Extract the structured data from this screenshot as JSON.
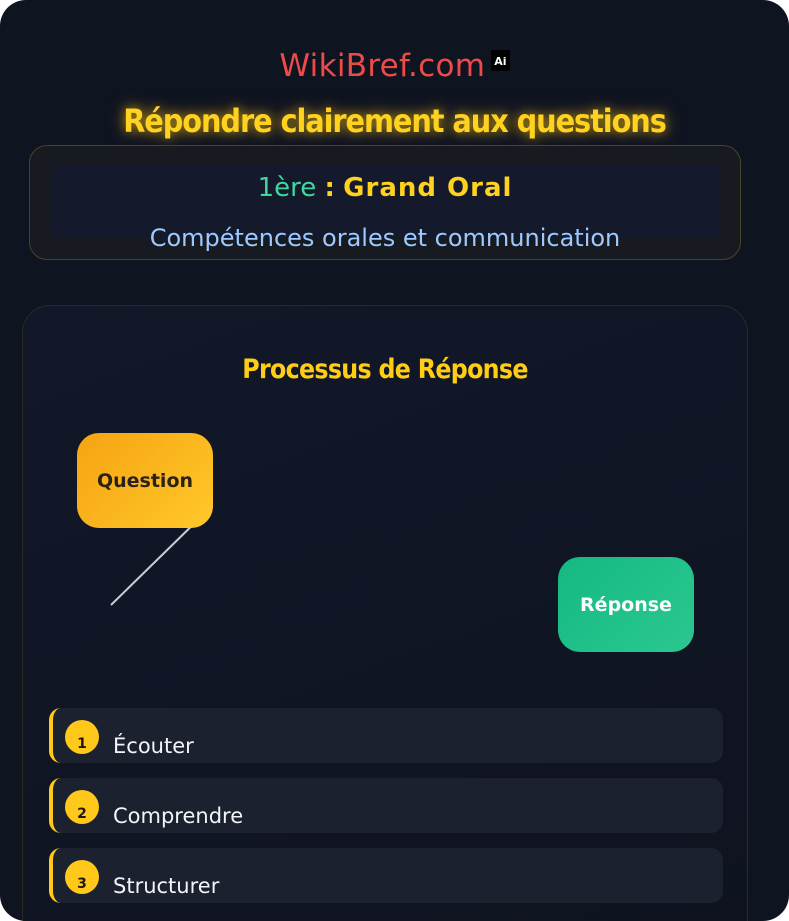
{
  "brand": {
    "name": "WikiBref.com",
    "badge": "Ai"
  },
  "header": {
    "title": "Répondre clairement aux questions",
    "level": "1ère",
    "separator": ":",
    "course": "Grand Oral",
    "subtitle": "Compétences orales et communication"
  },
  "process": {
    "title": "Processus de Réponse",
    "start_node": "Question",
    "end_node": "Réponse",
    "steps": [
      {
        "number": "1",
        "label": "Écouter"
      },
      {
        "number": "2",
        "label": "Comprendre"
      },
      {
        "number": "3",
        "label": "Structurer"
      }
    ]
  },
  "colors": {
    "background": "#0f1421",
    "brand": "#ef4a4a",
    "accent_yellow": "#ffd21f",
    "accent_green": "#3fd6a0",
    "subtitle_blue": "#9cc9ff",
    "question_node": "#f6a312",
    "answer_node": "#15b982"
  }
}
